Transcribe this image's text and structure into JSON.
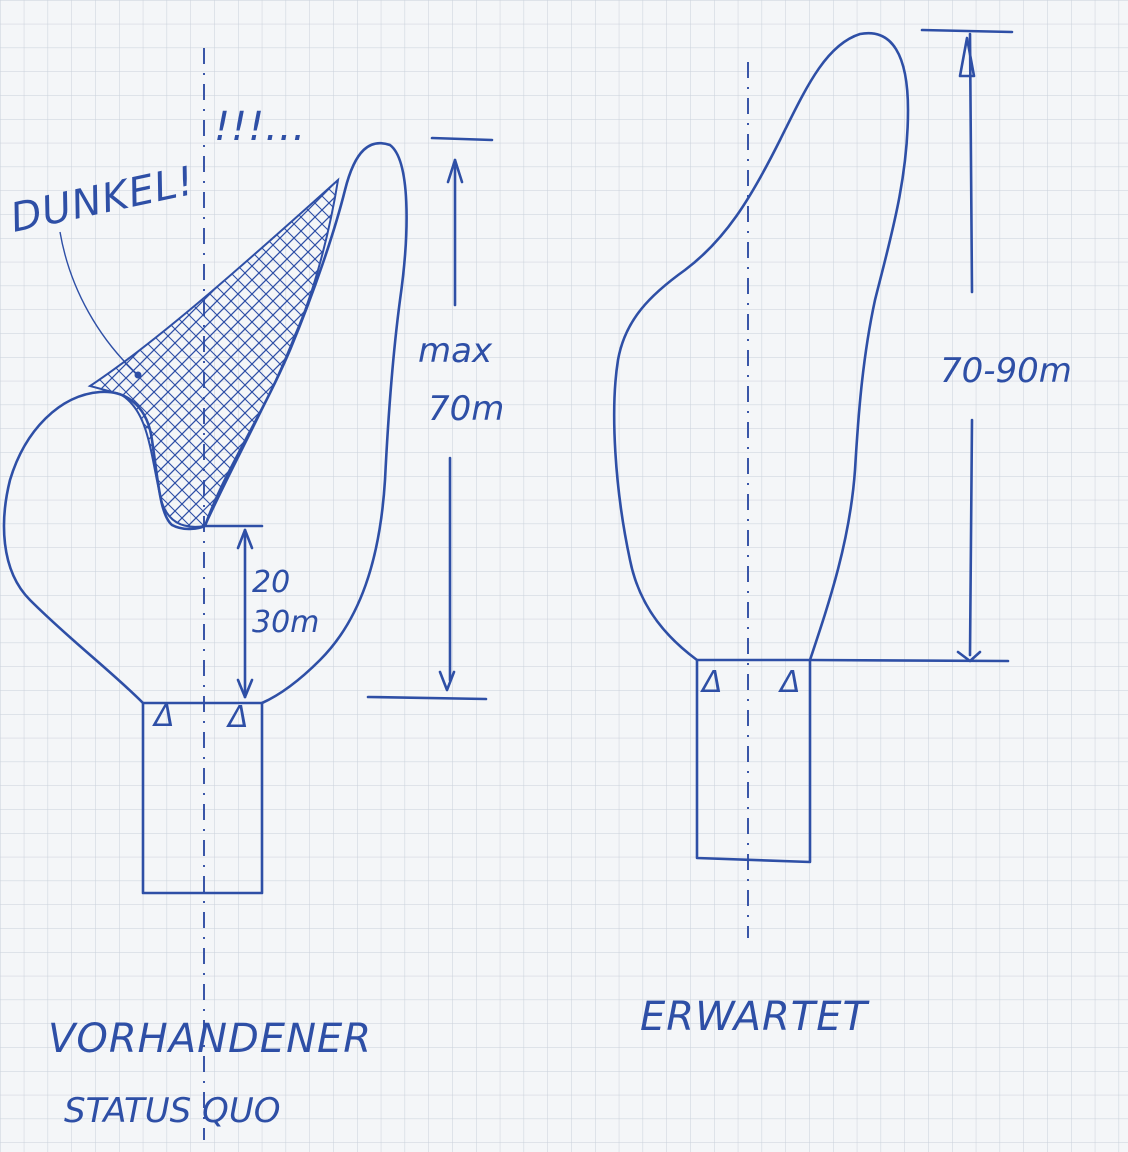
{
  "annotations": {
    "dark_label": "DUNKEL!",
    "exclamations": "!!!...",
    "max_label": "max",
    "height_left": "70m",
    "gap_line1": "20",
    "gap_line2": "30m",
    "height_right": "70-90m",
    "left_caption_line1": "VORHANDENER",
    "left_caption_line2": "STATUS QUO",
    "right_caption": "ERWARTET",
    "marker_symbol": "Δ"
  },
  "colors": {
    "ink": "#2e4fa6",
    "grid": "#c9d0da",
    "paper": "#f4f6f8"
  }
}
